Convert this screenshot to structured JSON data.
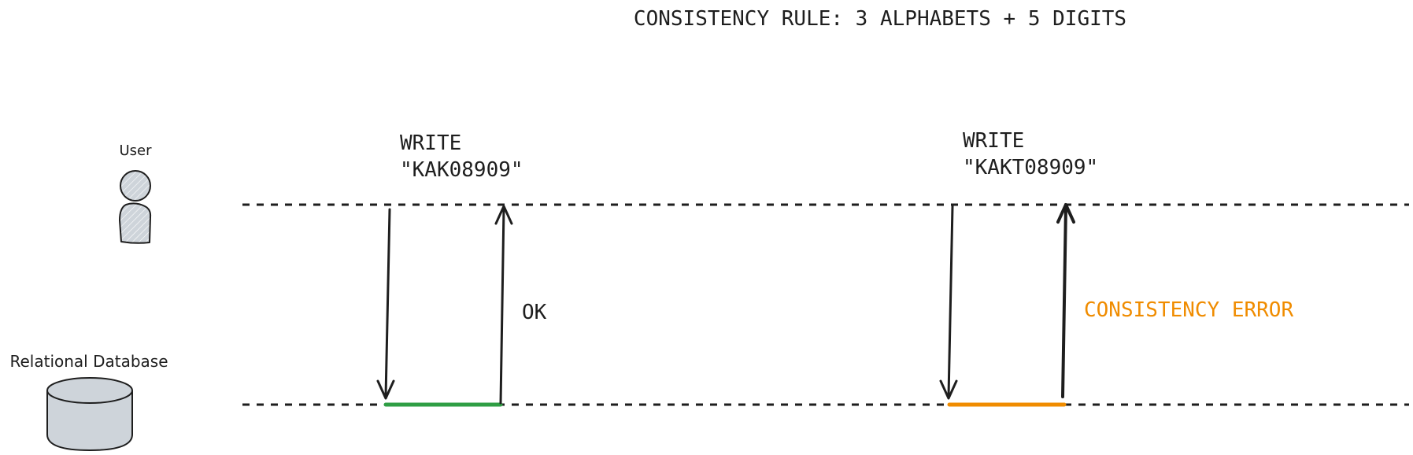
{
  "title": "CONSISTENCY RULE: 3 ALPHABETS + 5 DIGITS",
  "user_label": "User",
  "database_label": "Relational Database",
  "scenarios": [
    {
      "action_line1": "WRITE",
      "action_line2": "\"KAK08909\"",
      "response": "OK",
      "response_color": "#1e1e1e",
      "result_color": "#2f9e44"
    },
    {
      "action_line1": "WRITE",
      "action_line2": "\"KAKT08909\"",
      "response": "CONSISTENCY ERROR",
      "response_color": "#f08c00",
      "result_color": "#f08c00"
    }
  ],
  "colors": {
    "stroke": "#1e1e1e",
    "person_fill": "#ced4da",
    "db_fill": "#ced4da"
  },
  "icons": {
    "user": "person-icon",
    "database": "database-cylinder-icon"
  }
}
